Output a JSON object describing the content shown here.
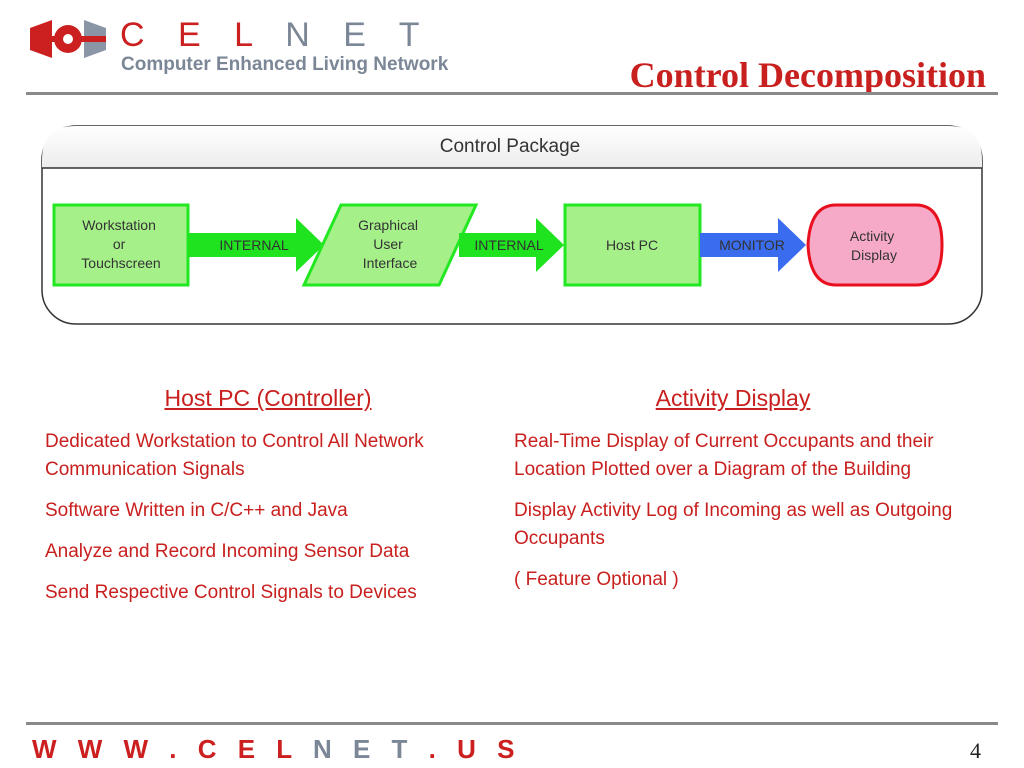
{
  "header": {
    "brand_red": "C E L",
    "brand_gray": " N E T",
    "tagline": "Computer Enhanced Living Network",
    "title": "Control Decomposition"
  },
  "diagram": {
    "package_label": "Control Package",
    "nodes": {
      "workstation": [
        "Workstation",
        "or",
        "Touchscreen"
      ],
      "gui": [
        "Graphical",
        "User",
        "Interface"
      ],
      "host_pc": [
        "Host PC"
      ],
      "activity_display": [
        "Activity",
        "Display"
      ]
    },
    "connectors": {
      "internal_1": "INTERNAL",
      "internal_2": "INTERNAL",
      "monitor": "MONITOR"
    },
    "colors": {
      "green_border": "#22e822",
      "green_fill": "#a6f08a",
      "green_arrow": "#1fe31f",
      "blue_arrow": "#3a6cf0",
      "red_border": "#e8101e",
      "pink_fill": "#f7a9c8"
    }
  },
  "left_column": {
    "heading": "Host PC (Controller)",
    "items": [
      "Dedicated Workstation to Control All Network Communication Signals",
      "Software Written in C/C++ and Java",
      "Analyze and Record Incoming Sensor Data",
      "Send Respective Control Signals to Devices"
    ]
  },
  "right_column": {
    "heading": "Activity Display",
    "items": [
      "Real-Time Display of Current Occupants and their Location Plotted over a Diagram of the Building",
      "Display Activity Log of Incoming as well as Outgoing Occupants",
      "( Feature Optional )"
    ]
  },
  "footer": {
    "url_red_1": "W W W . C E L",
    "url_gray": " N E T ",
    "url_red_2": ". U S",
    "page_number": "4"
  }
}
